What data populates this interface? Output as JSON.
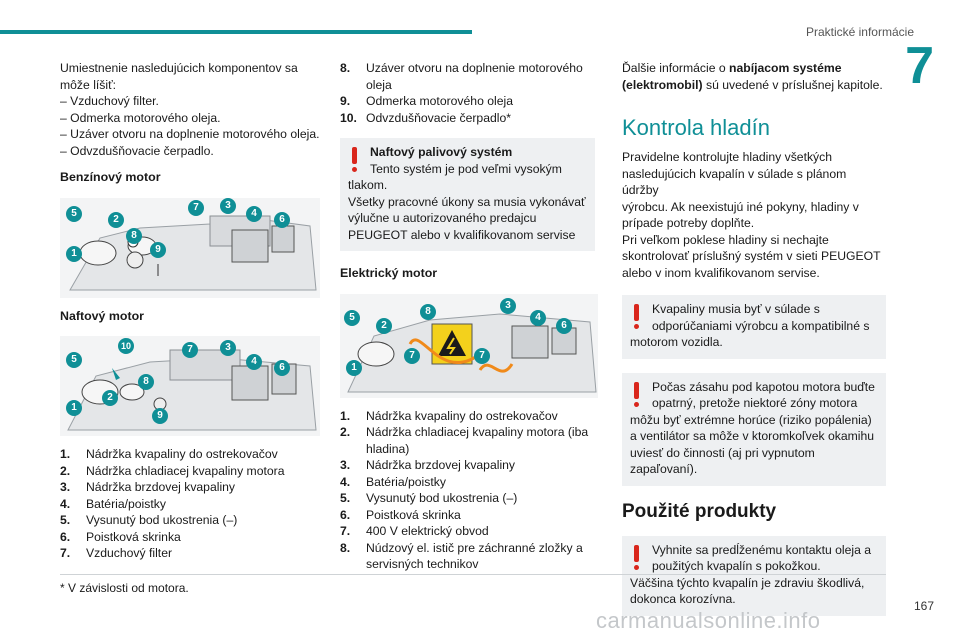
{
  "header": {
    "section_title": "Praktické informácie",
    "chapter_number": "7"
  },
  "col1": {
    "intro_lines": [
      "Umiestnenie nasledujúcich komponentov sa",
      "môže líšiť:"
    ],
    "intro_items": [
      "– Vzduchový filter.",
      "– Odmerka motorového oleja.",
      "– Uzáver otvoru na doplnenie motorového oleja.",
      "– Odvzdušňovacie čerpadlo."
    ],
    "petrol_heading": "Benzínový motor",
    "petrol_labels": [
      "5",
      "2",
      "8",
      "7",
      "3",
      "4",
      "6",
      "1",
      "9"
    ],
    "diesel_heading": "Naftový motor",
    "diesel_labels": [
      "10",
      "7",
      "3",
      "5",
      "4",
      "6",
      "8",
      "1",
      "2",
      "9"
    ],
    "legend": [
      {
        "num": "1.",
        "text": "Nádržka kvapaliny do ostrekovačov"
      },
      {
        "num": "2.",
        "text": "Nádržka chladiacej kvapaliny motora"
      },
      {
        "num": "3.",
        "text": "Nádržka brzdovej kvapaliny"
      },
      {
        "num": "4.",
        "text": "Batéria/poistky"
      },
      {
        "num": "5.",
        "text": "Vysunutý bod ukostrenia (–)"
      },
      {
        "num": "6.",
        "text": "Poistková skrinka"
      },
      {
        "num": "7.",
        "text": "Vzduchový filter"
      }
    ]
  },
  "col2": {
    "legend_cont": [
      {
        "num": "8.",
        "text": "Uzáver otvoru na doplnenie motorového",
        "text2": "oleja"
      },
      {
        "num": "9.",
        "text": "Odmerka motorového oleja"
      },
      {
        "num": "10.",
        "text": "Odvzdušňovacie čerpadlo*"
      }
    ],
    "warning": {
      "title": "Naftový palivový systém",
      "line1": "Tento systém je pod veľmi vysokým",
      "line2": "tlakom.",
      "line3": "Všetky pracovné úkony sa musia vykonávať",
      "line4": "výlučne u autorizovaného predajcu",
      "line5": "PEUGEOT alebo v kvalifikovanom servise"
    },
    "electric_heading": "Elektrický motor",
    "electric_labels": [
      "5",
      "2",
      "8",
      "3",
      "4",
      "6",
      "1",
      "7",
      "7"
    ],
    "legend": [
      {
        "num": "1.",
        "text": "Nádržka kvapaliny do ostrekovačov"
      },
      {
        "num": "2.",
        "text": "Nádržka chladiacej kvapaliny motora (iba",
        "text2": "hladina)"
      },
      {
        "num": "3.",
        "text": "Nádržka brzdovej kvapaliny"
      },
      {
        "num": "4.",
        "text": "Batéria/poistky"
      },
      {
        "num": "5.",
        "text": "Vysunutý bod ukostrenia (–)"
      },
      {
        "num": "6.",
        "text": "Poistková skrinka"
      },
      {
        "num": "7.",
        "text": "400 V elektrický obvod"
      },
      {
        "num": "8.",
        "text": "Núdzový el. istič pre záchranné zložky a",
        "text2": "servisných technikov"
      }
    ]
  },
  "col3": {
    "intro_prefix": "Ďalšie informácie o ",
    "intro_bold1": "nabíjacom systéme",
    "intro_bold2": "(elektromobil)",
    "intro_suffix": " sú uvedené v príslušnej kapitole.",
    "title_levels": "Kontrola hladín",
    "levels_lines": [
      "Pravidelne kontrolujte hladiny všetkých",
      "nasledujúcich kvapalín v súlade s plánom údržby",
      "výrobcu. Ak neexistujú iné pokyny, hladiny v",
      "prípade potreby doplňte.",
      "Pri veľkom poklese hladiny si nechajte",
      "skontrolovať príslušný systém v sieti PEUGEOT",
      "alebo v inom kvalifikovanom servise."
    ],
    "warn1": [
      "Kvapaliny musia byť v súlade s",
      "odporúčaniami výrobcu a kompatibilné s",
      "motorom vozidla."
    ],
    "warn2": [
      "Počas zásahu pod kapotou motora buďte",
      "opatrný, pretože niektoré zóny motora",
      "môžu byť extrémne horúce (riziko popálenia)",
      "a ventilátor sa môže v ktoromkoľvek okamihu",
      "uviesť do činnosti (aj pri vypnutom",
      "zapaľovaní)."
    ],
    "title_products": "Použité produkty",
    "warn3": [
      "Vyhnite sa predĺženému kontaktu oleja a",
      "použitých kvapalín s pokožkou.",
      "Väčšina týchto kvapalín je zdraviu škodlivá,",
      "dokonca korozívna."
    ]
  },
  "footer": {
    "footnote": "* V závislosti od motora.",
    "page_number": "167",
    "watermark": "carmanualsonline.info"
  },
  "colors": {
    "accent": "#0f8f96",
    "warning_red": "#d9261c",
    "box_gray": "#eef0f2"
  }
}
